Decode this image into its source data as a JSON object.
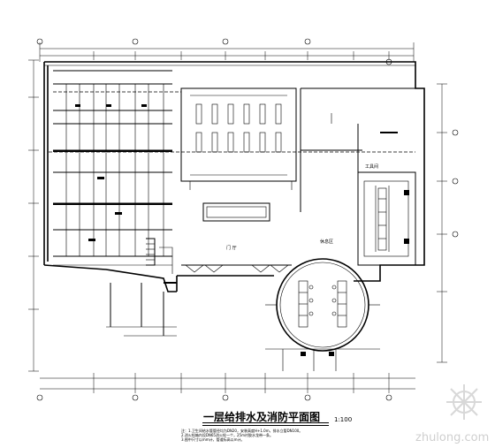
{
  "drawing": {
    "title": "一层给排水及消防平面图",
    "scale": "1:100",
    "room_labels": {
      "lobby": "门 厅",
      "rest_area": "休息区",
      "office": "工具间"
    },
    "notes": [
      "注：1.卫生间给水管管径均为DN20，安装高度H+1.0m，排水立管DN100。",
      "2.消火栓箱内设DN65消火栓一个，25m衬胶水龙带一条。",
      "3.图中尺寸以mm计，管道标高以m计。"
    ],
    "watermark": "zhulong.com"
  }
}
